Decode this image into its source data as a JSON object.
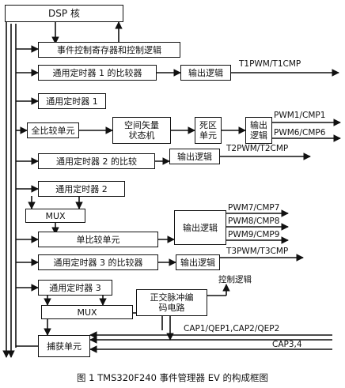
{
  "blocks": {
    "dsp": "DSP 核",
    "event_ctrl": "事件控制寄存器和控制逻辑",
    "cmp1": "通用定时器 1 的比较器",
    "timer1": "通用定时器 1",
    "full_cmp": "全比较单元",
    "svm": "空间矢量\n状态机",
    "deadband": "死区\n单元",
    "out_logic_multi": "输出\n逻辑",
    "cmp2": "通用定时器 2 的比较",
    "timer2": "通用定时器 2",
    "mux1": "MUX",
    "single_cmp": "单比较单元",
    "cmp3": "通用定时器 3 的比较器",
    "timer3": "通用定时器 3",
    "mux2": "MUX",
    "qep": "正交脉冲编\n码电路",
    "capture": "捕获单元",
    "out_logic_1": "输出逻辑",
    "out_logic_2": "输出逻辑",
    "out_logic_3": "输出逻辑",
    "out_logic_4": "输出逻辑"
  },
  "signals": {
    "t1": "T1PWM/T1CMP",
    "pwm1": "PWM1/CMP1",
    "pwm6": "PWM6/CMP6",
    "t2": "T2PWM/T2CMP",
    "pwm7": "PWM7/CMP7",
    "pwm8": "PWM8/CMP8",
    "pwm9": "PWM9/CMP9",
    "t3": "T3PWM/T3CMP",
    "ctrl_logic": "控制逻辑",
    "cap1": "CAP1/QEP1,CAP2/QEP2",
    "cap34": "CAP3,4"
  },
  "caption": "图 1    TMS320F240 事件管理器 EV 的构成框图",
  "colors": {
    "line": "#111111",
    "background": "#ffffff"
  }
}
